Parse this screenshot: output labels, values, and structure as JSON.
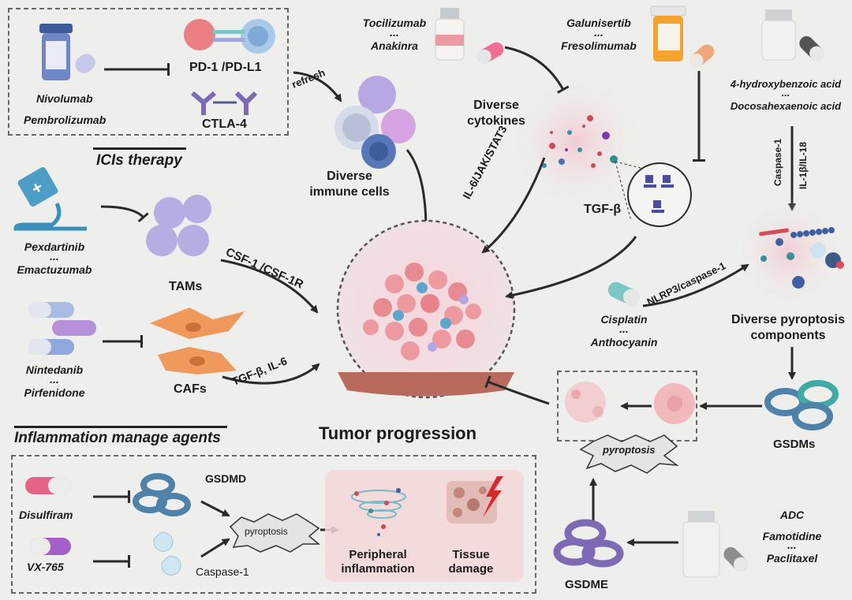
{
  "sections": {
    "ici_title": "ICIs therapy",
    "inflammation_title": "Inflammation manage agents",
    "tumor_title": "Tumor progression"
  },
  "ici": {
    "drug1": "Nivolumab",
    "drug2": "Pembrolizumab",
    "target1": "PD-1 /PD-L1",
    "target2": "CTLA-4",
    "refresh": "refresh"
  },
  "immune": {
    "label_line1": "Diverse",
    "label_line2": "immune cells"
  },
  "cytokine": {
    "drug1": "Tocilizumab",
    "drug2": "Anakinra",
    "ellipsis": "...",
    "label_line1": "Diverse",
    "label_line2": "cytokines",
    "pathway": "IL-6/JAK/STAT3"
  },
  "tgf": {
    "drug1": "Galunisertib",
    "drug2": "Fresolimumab",
    "label": "TGF-β"
  },
  "pyro_top": {
    "drug1": "4-hydroxybenzoic acid",
    "drug2": "Docosahexaenoic acid",
    "arrow1": "Caspase-1",
    "arrow2": "IL-1β/IL-18",
    "label_line1": "Diverse pyroptosis",
    "label_line2": "components"
  },
  "tam": {
    "drug1": "Pexdartinib",
    "drug2": "Emactuzumab",
    "label": "TAMs",
    "pathway": "CSF-1 /CSF-1R"
  },
  "caf": {
    "drug1": "Nintedanib",
    "drug2": "Pirfenidone",
    "label": "CAFs",
    "pathway": "TGF-β, IL-6"
  },
  "cisplatin": {
    "drug1": "Cisplatin",
    "drug2": "Anthocyanin",
    "pathway": "NLRP3/caspase-1"
  },
  "gsdm": {
    "gsdms": "GSDMs",
    "pyroptosis": "pyroptosis",
    "gsdme": "GSDME"
  },
  "gsdme_drugs": {
    "drug1": "ADC",
    "drug2": "Famotidine",
    "drug3": "Paclitaxel"
  },
  "inflammation": {
    "drug1": "Disulfiram",
    "drug2": "VX-765",
    "target1": "GSDMD",
    "target2": "Caspase-1",
    "pyroptosis": "pyroptosis",
    "outcome1_line1": "Peripheral",
    "outcome1_line2": "inflammation",
    "outcome2_line1": "Tissue",
    "outcome2_line2": "damage"
  },
  "colors": {
    "arrow": "#2a2a2a",
    "pink": "#f4d4d6",
    "gsdm_blue": "#4f82a8",
    "gsdme_purple": "#7e6ab4",
    "caf_orange": "#ef9a5c"
  }
}
